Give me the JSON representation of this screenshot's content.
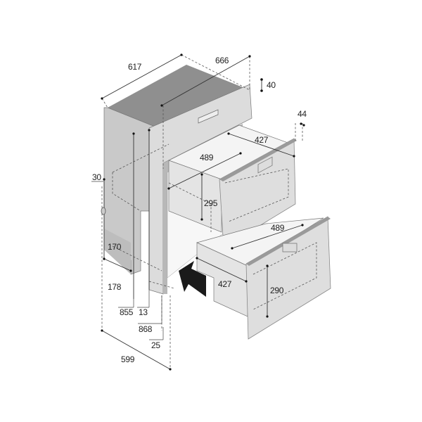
{
  "diagram": {
    "subject": "Built-in double drawer refrigerator — installation dimensions",
    "units": "mm",
    "colors": {
      "cabinet_top": "#8f8f8f",
      "cabinet_side": "#c9c9c9",
      "frame": "#dcdcdc",
      "drawer_front": "#dedede",
      "drawer_front_edge": "#9a9a9a",
      "drawer_box": "#e6e6e6",
      "arrow": "#1a1a1a",
      "line": "#333333"
    },
    "dimensions": {
      "overall_depth": "617",
      "overall_depth_with_drawer": "666",
      "frame_thickness_top": "40",
      "drawer_front_thickness": "44",
      "upper_drawer_depth": "427",
      "upper_drawer_width": "489",
      "upper_drawer_height": "295",
      "lower_drawer_width": "489",
      "lower_drawer_depth": "427",
      "lower_drawer_height": "290",
      "side_offset": "30",
      "recess_height": "170",
      "recess_depth": "178",
      "cabinet_height": "855",
      "frame_offset": "13",
      "overall_height": "868",
      "frame_bottom": "25",
      "overall_width": "599"
    }
  }
}
